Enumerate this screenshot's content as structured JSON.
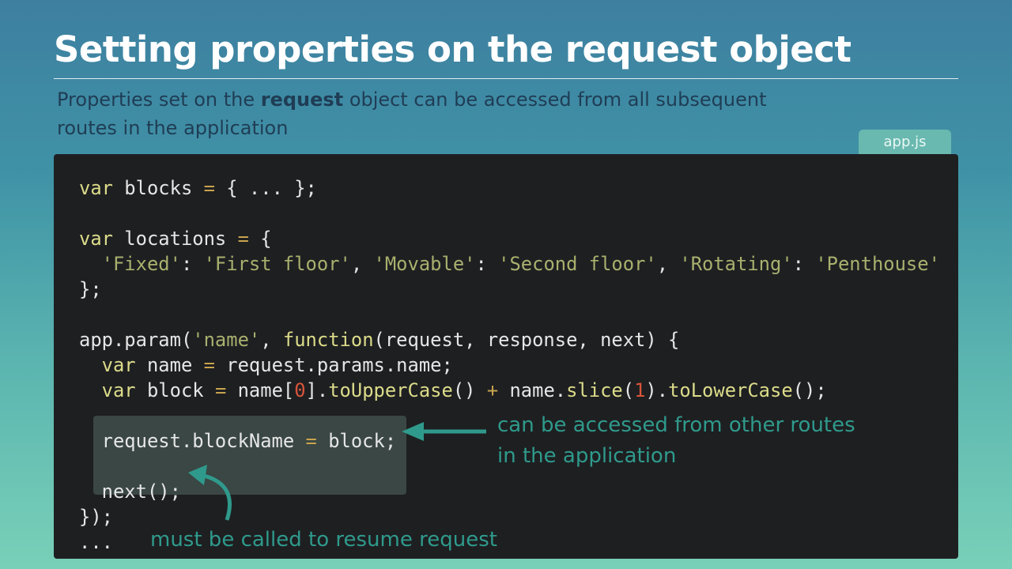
{
  "title": "Setting properties on the request object",
  "subtitle": {
    "before": "Properties set on the ",
    "bold": "request",
    "after": " object can be accessed from all subsequent routes in the application"
  },
  "file_tab": "app.js",
  "code": [
    [
      {
        "t": "var",
        "c": "kw"
      },
      {
        "t": " blocks "
      },
      {
        "t": "=",
        "c": "op"
      },
      {
        "t": " { ... };"
      }
    ],
    [],
    [
      {
        "t": "var",
        "c": "kw"
      },
      {
        "t": " locations "
      },
      {
        "t": "=",
        "c": "op"
      },
      {
        "t": " {"
      }
    ],
    [
      {
        "t": "  "
      },
      {
        "t": "'Fixed'",
        "c": "str"
      },
      {
        "t": ": "
      },
      {
        "t": "'First floor'",
        "c": "str"
      },
      {
        "t": ", "
      },
      {
        "t": "'Movable'",
        "c": "str"
      },
      {
        "t": ": "
      },
      {
        "t": "'Second floor'",
        "c": "str"
      },
      {
        "t": ", "
      },
      {
        "t": "'Rotating'",
        "c": "str"
      },
      {
        "t": ": "
      },
      {
        "t": "'Penthouse'",
        "c": "str"
      }
    ],
    [
      {
        "t": "};"
      }
    ],
    [],
    [
      {
        "t": "app.param("
      },
      {
        "t": "'name'",
        "c": "str"
      },
      {
        "t": ", "
      },
      {
        "t": "function",
        "c": "fn"
      },
      {
        "t": "(request, response, next) {"
      }
    ],
    [
      {
        "t": "  "
      },
      {
        "t": "var",
        "c": "kw"
      },
      {
        "t": " name "
      },
      {
        "t": "=",
        "c": "op"
      },
      {
        "t": " request.params.name;"
      }
    ],
    [
      {
        "t": "  "
      },
      {
        "t": "var",
        "c": "kw"
      },
      {
        "t": " block "
      },
      {
        "t": "=",
        "c": "op"
      },
      {
        "t": " name["
      },
      {
        "t": "0",
        "c": "num"
      },
      {
        "t": "]."
      },
      {
        "t": "toUpperCase",
        "c": "fn"
      },
      {
        "t": "() "
      },
      {
        "t": "+",
        "c": "op"
      },
      {
        "t": " name."
      },
      {
        "t": "slice",
        "c": "fn"
      },
      {
        "t": "("
      },
      {
        "t": "1",
        "c": "num"
      },
      {
        "t": ")."
      },
      {
        "t": "toLowerCase",
        "c": "fn"
      },
      {
        "t": "();"
      }
    ],
    [],
    [
      {
        "t": "  request.blockName "
      },
      {
        "t": "=",
        "c": "op"
      },
      {
        "t": " block;"
      }
    ],
    [],
    [
      {
        "t": "  next();"
      }
    ],
    [
      {
        "t": "});"
      }
    ],
    [
      {
        "t": "..."
      }
    ]
  ],
  "annotations": {
    "accessed": "can be accessed from other routes\nin the application",
    "next": "must be called to resume request"
  },
  "colors": {
    "accent": "#2f9a8c",
    "panel": "#1e1f21"
  }
}
